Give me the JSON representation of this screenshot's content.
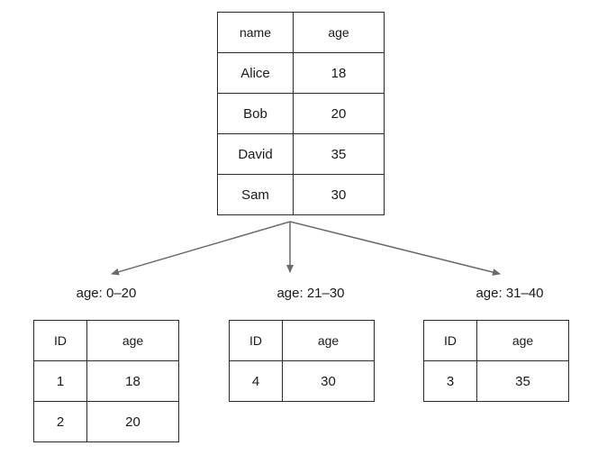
{
  "source_table": {
    "headers": [
      "name",
      "age"
    ],
    "rows": [
      [
        "Alice",
        "18"
      ],
      [
        "Bob",
        "20"
      ],
      [
        "David",
        "35"
      ],
      [
        "Sam",
        "30"
      ]
    ]
  },
  "partitions": [
    {
      "label": "age: 0–20",
      "headers": [
        "ID",
        "age"
      ],
      "rows": [
        [
          "1",
          "18"
        ],
        [
          "2",
          "20"
        ]
      ]
    },
    {
      "label": "age: 21–30",
      "headers": [
        "ID",
        "age"
      ],
      "rows": [
        [
          "4",
          "30"
        ]
      ]
    },
    {
      "label": "age: 31–40",
      "headers": [
        "ID",
        "age"
      ],
      "rows": [
        [
          "3",
          "35"
        ]
      ]
    }
  ],
  "colors": {
    "line": "#2b2b2b",
    "arrow": "#6b6b6b",
    "background": "#ffffff"
  }
}
